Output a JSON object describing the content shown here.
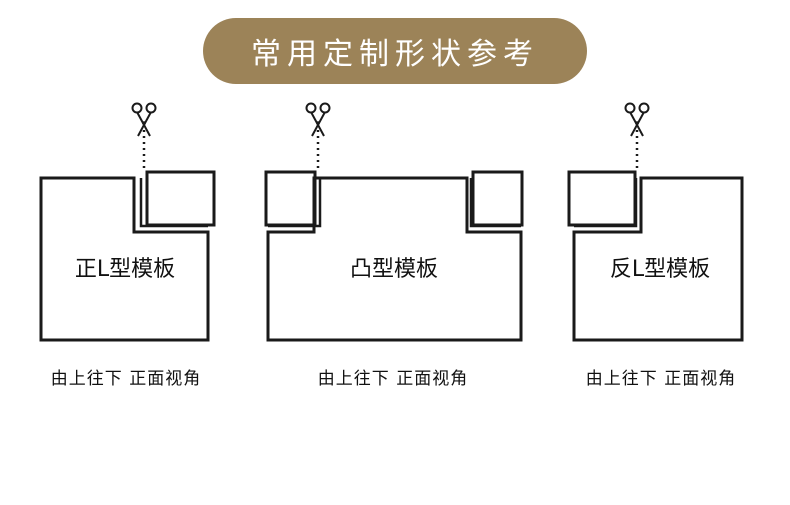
{
  "header": {
    "title": "常用定制形状参考"
  },
  "panels": [
    {
      "label": "正L型模板",
      "caption": "由上往下 正面视角"
    },
    {
      "label": "凸型模板",
      "caption": "由上往下 正面视角"
    },
    {
      "label": "反L型模板",
      "caption": "由上往下 正面视角"
    }
  ],
  "colors": {
    "accent": "#9c8358",
    "stroke": "#1a1a1a",
    "title_text": "#ffffff"
  },
  "icons": {
    "scissors": "scissors-icon"
  }
}
